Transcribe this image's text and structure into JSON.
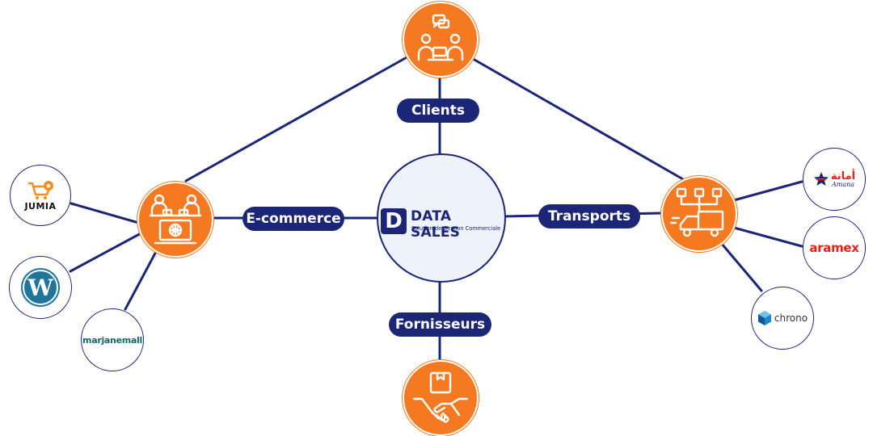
{
  "center": {
    "initial": "D",
    "brand": "DATA SALES",
    "tagline": "Solution de Gestion Commerciale"
  },
  "labels": {
    "clients": "Clients",
    "ecommerce": "E-commerce",
    "transports": "Transports",
    "fournisseurs": "Fornisseurs"
  },
  "logos": {
    "jumia": "JUMIA",
    "marjane": "marjanemall",
    "amana_ar": "أمانة",
    "amana": "Amana",
    "aramex": "aramex",
    "chrono": "chrono"
  },
  "colors": {
    "accent": "#f57921",
    "navy": "#1c2677",
    "center_fill": "#eef2fb",
    "aramex_red": "#e2231a",
    "wordpress_blue": "#21759b",
    "marjane_teal": "#0e6b62"
  }
}
